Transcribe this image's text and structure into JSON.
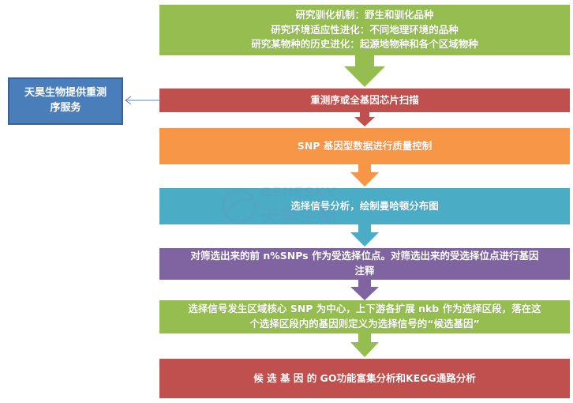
{
  "steps": [
    {
      "lines": [
        "研究驯化机制：野生和驯化品种",
        "研究环境适应性进化：不同地理环境的品种",
        "研究某物种的历史进化：起源地物种和各个区域物种"
      ],
      "color": "#95bd50"
    },
    {
      "lines": [
        "重测序或全基因芯片扫描"
      ],
      "color": "#c0504d"
    },
    {
      "lines": [
        "SNP 基因型数据进行质量控制"
      ],
      "color": "#f79646"
    },
    {
      "lines": [
        "选择信号分析，绘制曼哈顿分布图"
      ],
      "color": "#4bacc6"
    },
    {
      "lines": [
        "对筛选出来的前 n%SNPs 作为受选择位点。对筛选出来的受选择位点进行基因",
        "注释"
      ],
      "color": "#8064a2"
    },
    {
      "lines": [
        "选择信号发生区域核心 SNP 为中心，上下游各扩展 nkb 作为选择区段，落在这",
        "个选择区段内的基因则定义为选择信号的“候选基因”"
      ],
      "color": "#95bd50"
    },
    {
      "lines": [
        "候 选 基 因 的 GO功能富集分析和KEGG通路分析"
      ],
      "color": "#c0504d"
    }
  ],
  "side_box": {
    "lines": [
      "天昊生物提供重测",
      "序服务"
    ],
    "color": "#4a7ebb"
  },
  "watermark": {
    "en": "GENESKY",
    "cn": "天昊生物"
  }
}
